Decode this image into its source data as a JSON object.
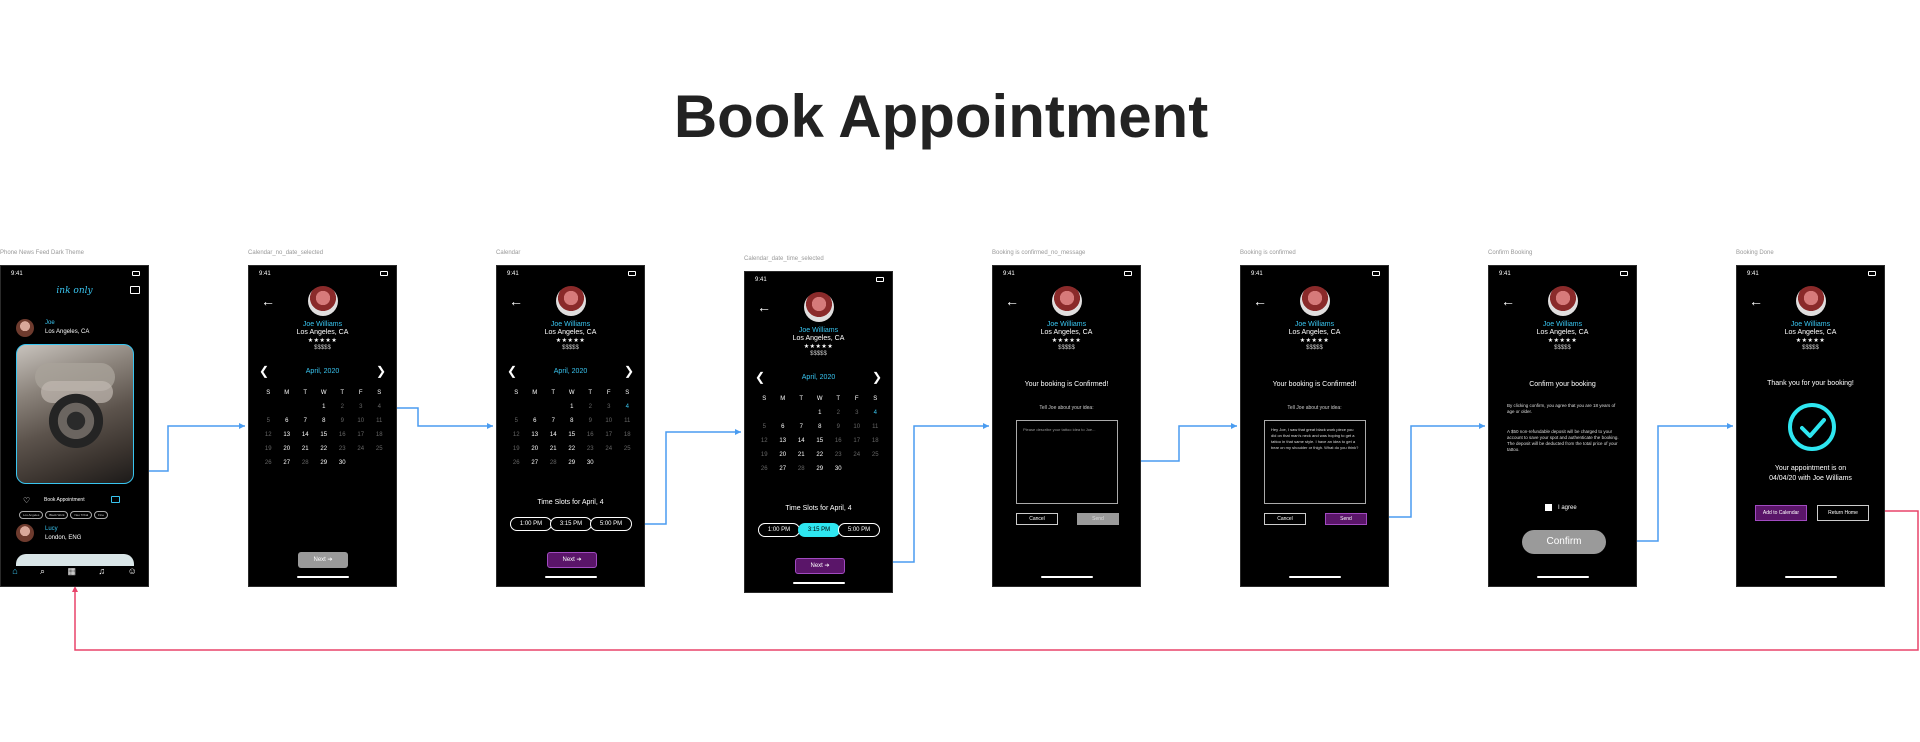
{
  "title": "Book Appointment",
  "frames": {
    "feed": "Phone News Feed Dark Theme",
    "cal_no_date": "Calendar_no_date_selected",
    "cal": "Calendar",
    "cal_dt": "Calendar_date_time_selected",
    "confirm_nomsg": "Booking is confirmed_no_message",
    "confirmed": "Booking is confirmed",
    "confirm_booking": "Confirm Booking",
    "done": "Booking Done"
  },
  "status_time": "9:41",
  "icons": {
    "back": "left-arrow-icon",
    "prev": "chevron-left-icon",
    "next": "chevron-right-icon",
    "check": "check-circle-icon",
    "heart": "heart-icon",
    "chat": "chat-bubble-icon",
    "home": "home-icon",
    "search": "search-icon",
    "calendar": "calendar-icon",
    "bell": "bell-icon",
    "user": "user-icon"
  },
  "colors": {
    "accent_cyan": "#39c5f0",
    "active_slot": "#2ee6f0",
    "purple": "#5a1569",
    "connector_blue": "#4a9cf0",
    "connector_pink": "#e8436a"
  },
  "feed": {
    "logo": "ink only",
    "user1_name": "Joe",
    "user1_location": "Los Angeles, CA",
    "book_label": "Book Appointment",
    "tags": [
      "Los Angeles",
      "Black Work",
      "Neo Tribal",
      "Fine"
    ],
    "user2_name": "Lucy",
    "user2_location": "London, ENG"
  },
  "profile": {
    "name": "Joe Williams",
    "location": "Los Angeles, CA",
    "stars": "★★★★★",
    "price": "$$$$$"
  },
  "calendar": {
    "month": "April, 2020",
    "weekdays": [
      "S",
      "M",
      "T",
      "W",
      "T",
      "F",
      "S"
    ],
    "weeks": [
      [
        "",
        "",
        "",
        "1",
        "2",
        "3",
        "4"
      ],
      [
        "5",
        "6",
        "7",
        "8",
        "9",
        "10",
        "11"
      ],
      [
        "12",
        "13",
        "14",
        "15",
        "16",
        "17",
        "18"
      ],
      [
        "19",
        "20",
        "21",
        "22",
        "23",
        "24",
        "25"
      ],
      [
        "26",
        "27",
        "28",
        "29",
        "30",
        "",
        ""
      ]
    ],
    "slots_title": "Time Slots for April, 4",
    "slots": [
      "1:00 PM",
      "3:15 PM",
      "5:00 PM"
    ],
    "next_label": "Next ➔"
  },
  "message": {
    "title": "Your booking is Confirmed!",
    "prompt": "Tell Joe about your idea:",
    "placeholder": "Please describe your tattoo idea to Joe...",
    "filled_text": "Hey Joe, I saw that great black work piece you did on that man's neck and was hoping to get a tattoo in that same style. I have an idea to get a bear on my shoulder or thigh. What do you think?",
    "cancel": "Cancel",
    "send": "Send"
  },
  "confirm": {
    "title": "Confirm your booking",
    "p1": "By clicking confirm, you agree that you are 18 years of age or older.",
    "p2": "A $50 non-refundable deposit will be charged to your account to save your spot and authenticate the booking. The deposit will be deducted from the total price of your tattoo.",
    "agree": "I agree",
    "button": "Confirm"
  },
  "done": {
    "title": "Thank you for your booking!",
    "line1": "Your appointment is on",
    "line2": "04/04/20 with Joe Williams",
    "add_calendar": "Add to Calendar",
    "return_home": "Return Home"
  }
}
